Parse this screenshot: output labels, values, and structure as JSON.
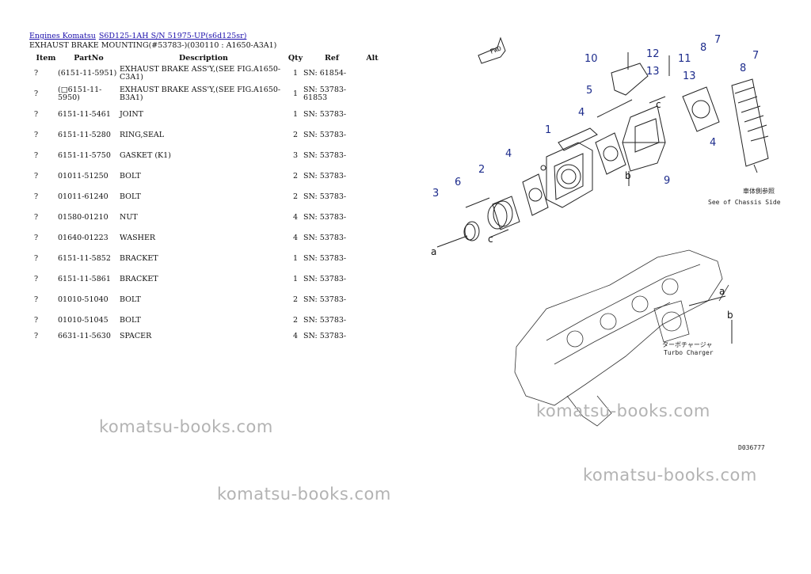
{
  "breadcrumb": {
    "link1": "Engines Komatsu",
    "link2": "S6D125-1AH S/N 51975-UP(s6d125sr)"
  },
  "page_title": "EXHAUST BRAKE MOUNTING(#53783-)(030110 : A1650-A3A1)",
  "table": {
    "headers": {
      "item": "Item",
      "partno": "PartNo",
      "description": "Description",
      "qty": "Qty",
      "ref": "Ref",
      "alt": "Alt"
    },
    "rows": [
      {
        "item": "?",
        "partno": "(6151-11-5951)",
        "description": "EXHAUST BRAKE ASS'Y,(SEE FIG.A1650-C3A1)",
        "qty": "1",
        "ref": "SN: 61854-",
        "alt": ""
      },
      {
        "item": "?",
        "partno": "(□6151-11-5950)",
        "description": "EXHAUST BRAKE ASS'Y,(SEE FIG.A1650-B3A1)",
        "qty": "1",
        "ref": "SN: 53783-61853",
        "alt": ""
      },
      {
        "item": "?",
        "partno": "6151-11-5461",
        "description": "JOINT",
        "qty": "1",
        "ref": "SN: 53783-",
        "alt": ""
      },
      {
        "item": "?",
        "partno": "6151-11-5280",
        "description": "RING,SEAL",
        "qty": "2",
        "ref": "SN: 53783-",
        "alt": ""
      },
      {
        "item": "?",
        "partno": "6151-11-5750",
        "description": "GASKET (K1)",
        "qty": "3",
        "ref": "SN: 53783-",
        "alt": ""
      },
      {
        "item": "?",
        "partno": "01011-51250",
        "description": "BOLT",
        "qty": "2",
        "ref": "SN: 53783-",
        "alt": ""
      },
      {
        "item": "?",
        "partno": "01011-61240",
        "description": "BOLT",
        "qty": "2",
        "ref": "SN: 53783-",
        "alt": ""
      },
      {
        "item": "?",
        "partno": "01580-01210",
        "description": "NUT",
        "qty": "4",
        "ref": "SN: 53783-",
        "alt": ""
      },
      {
        "item": "?",
        "partno": "01640-01223",
        "description": "WASHER",
        "qty": "4",
        "ref": "SN: 53783-",
        "alt": ""
      },
      {
        "item": "?",
        "partno": "6151-11-5852",
        "description": "BRACKET",
        "qty": "1",
        "ref": "SN: 53783-",
        "alt": ""
      },
      {
        "item": "?",
        "partno": "6151-11-5861",
        "description": "BRACKET",
        "qty": "1",
        "ref": "SN: 53783-",
        "alt": ""
      },
      {
        "item": "?",
        "partno": "01010-51040",
        "description": "BOLT",
        "qty": "2",
        "ref": "SN: 53783-",
        "alt": ""
      },
      {
        "item": "?",
        "partno": "01010-51045",
        "description": "BOLT",
        "qty": "2",
        "ref": "SN: 53783-",
        "alt": ""
      },
      {
        "item": "?",
        "partno": "6631-11-5630",
        "description": "SPACER",
        "qty": "4",
        "ref": "SN: 53783-",
        "alt": ""
      }
    ]
  },
  "diagram": {
    "callouts": [
      "1",
      "2",
      "3",
      "4",
      "4",
      "4",
      "5",
      "6",
      "7",
      "7",
      "8",
      "8",
      "9",
      "10",
      "11",
      "12",
      "13",
      "13"
    ],
    "letters": [
      "a",
      "b",
      "c",
      "c",
      "a",
      "b"
    ],
    "fwd_label": "FWD",
    "chassis_note_jp": "車体側参照",
    "chassis_note": "See of Chassis Side",
    "turbo_note_jp": "ターボチャージャ",
    "turbo_note": "Turbo Charger",
    "code_top": "",
    "code_bottom": "D036777"
  },
  "watermarks": [
    "komatsu-books.com",
    "komatsu-books.com",
    "komatsu-books.com",
    "komatsu-books.com"
  ],
  "colors": {
    "link": "#1a0dab",
    "callout": "#1d2c8c",
    "watermark": "#b3b3b3"
  }
}
